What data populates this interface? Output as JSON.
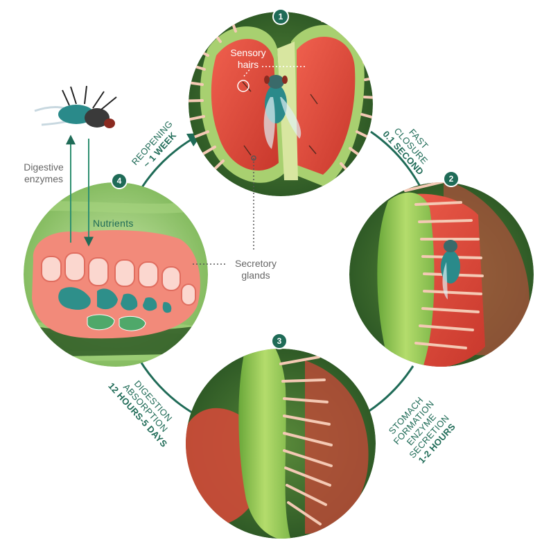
{
  "steps": [
    {
      "number": "1"
    },
    {
      "number": "2"
    },
    {
      "number": "3"
    },
    {
      "number": "4"
    }
  ],
  "stage_labels": {
    "fast_closure": {
      "line1": "FAST",
      "line2": "CLOSURE",
      "line3": "0.1 SECOND"
    },
    "stomach_formation": {
      "line1": "STOMACH",
      "line2": "FORMATION",
      "line3": "ENZYME",
      "line4": "SECRETION",
      "line5": "1-2 HOURS"
    },
    "digestion": {
      "line1": "DIGESTION",
      "line2": "ABSORPTION",
      "line3": "12 HOURS-5 DAYS"
    },
    "reopening": {
      "line1": "REOPENING",
      "line2": "~ 1 WEEK"
    }
  },
  "callouts": {
    "sensory_hairs": {
      "line1": "Sensory",
      "line2": "hairs"
    },
    "secretory_glands": {
      "line1": "Secretory",
      "line2": "glands"
    },
    "digestive_enzymes": {
      "line1": "Digestive",
      "line2": "enzymes"
    },
    "nutrients": "Nutrients"
  },
  "colors": {
    "accent": "#1f6b57",
    "trap_red": "#e04a3c",
    "leaf_green": "#8cc63f",
    "dark_bg": "#3d6b2e",
    "cilia": "#f4c9b4"
  }
}
